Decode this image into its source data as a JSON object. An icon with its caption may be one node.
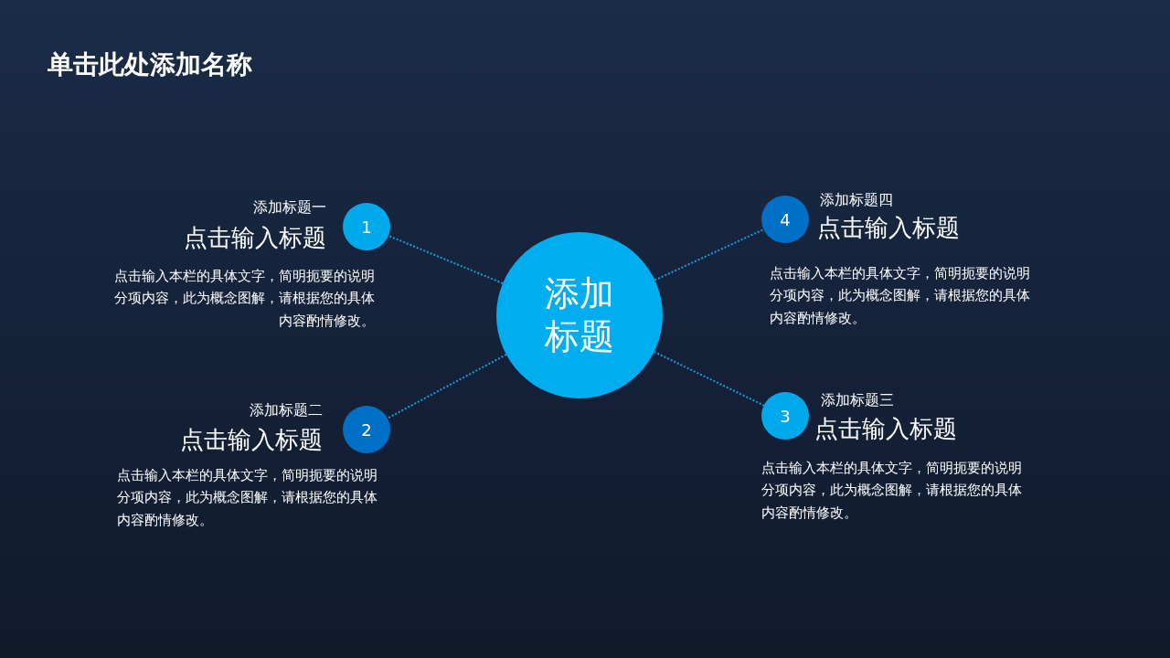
{
  "diagram": {
    "title": "单击此处添加名称",
    "nodes": [
      {
        "text": [
          "1"
        ],
        "beside": [
          "添加标题一",
          "点击输入标题",
          "点击输入本栏的具体文字，简明扼要的说明分项内容，此为概念图解，请根据您的具体内容酌情修改。"
        ]
      },
      {
        "text": [
          "4"
        ],
        "beside": [
          "添加标题四",
          "点击输入标题",
          "点击输入本栏的具体文字，简明扼要的说明分项内容，此为概念图解，请根据您的具体内容酌情修改。"
        ]
      },
      {
        "text": [
          "添加标题"
        ]
      },
      {
        "text": [
          "2"
        ],
        "beside": [
          "添加标题二",
          "点击输入标题",
          "点击输入本栏的具体文字，简明扼要的说明分项内容，此为概念图解，请根据您的具体内容酌情修改。"
        ]
      },
      {
        "text": [
          "3"
        ],
        "beside": [
          "添加标题三",
          "点击输入标题",
          "点击输入本栏的具体文字，简明扼要的说明分项内容，此为概念图解，请根据您的具体内容酌情修改。"
        ]
      }
    ],
    "edges": [
      {
        "from": 2,
        "to": 0,
        "arrow": "none",
        "style": "dashed"
      },
      {
        "from": 2,
        "to": 1,
        "arrow": "none",
        "style": "dashed"
      },
      {
        "from": 2,
        "to": 3,
        "arrow": "none",
        "style": "dashed"
      },
      {
        "from": 2,
        "to": 4,
        "arrow": "none",
        "style": "dashed"
      }
    ]
  }
}
